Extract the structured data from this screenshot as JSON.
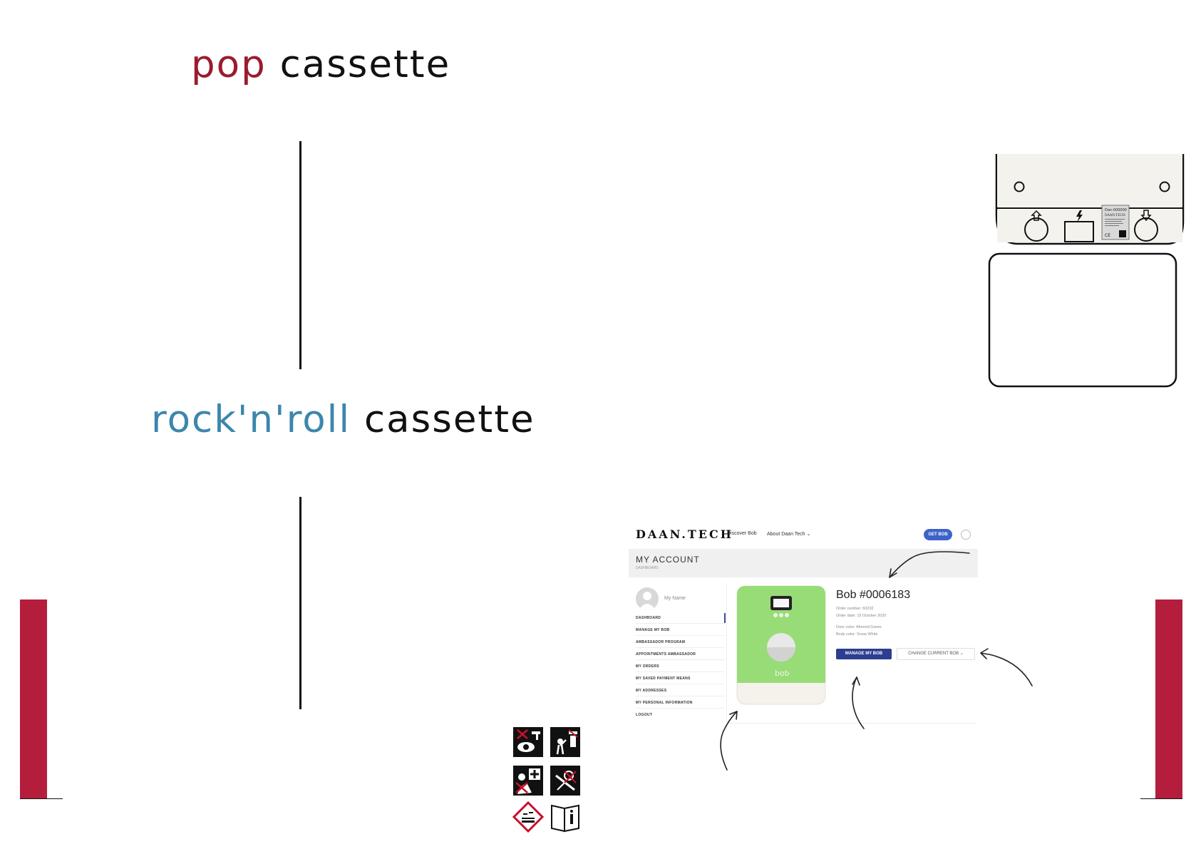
{
  "headings": {
    "pop_word": "pop",
    "pop_suffix": "cassette",
    "rock_word": "rock'n'roll",
    "rock_suffix": "cassette"
  },
  "colors": {
    "pop_accent": "#9b1b2e",
    "rock_accent": "#3d86ad",
    "side_bar": "#b41e3c",
    "text": "#111111"
  },
  "device_label": {
    "brand": "DAAN.TECH",
    "icons": [
      "upload-arrow-icon",
      "lightning-icon",
      "download-arrow-icon",
      "ce-mark-icon",
      "qr-code-icon"
    ]
  },
  "screenshot": {
    "logo": "DAAN.TECH",
    "nav": [
      "Discover Bob",
      "About Daan Tech"
    ],
    "get_bob": "GET BOB",
    "header_title": "MY ACCOUNT",
    "header_sub": "DASHBOARD",
    "user_name": "My Name",
    "sidebar": [
      "DASHBOARD",
      "MANAGE MY BOB",
      "AMBASSADOR PROGRAM",
      "APPOINTMENTS AMBASSADOR",
      "MY ORDERS",
      "MY SAVED PAYMENT MEANS",
      "MY ADDRESSES",
      "MY PERSONAL INFORMATION",
      "LOGOUT"
    ],
    "bob_title": "Bob #0006183",
    "order_number": "Order number: 60232",
    "order_date": "Order date: 15 October 2020",
    "door_color": "Door color: Almond Green",
    "body_color": "Body color: Snow White",
    "manage_button": "MANAGE MY BOB",
    "change_button": "CHANGE CURRENT BOB",
    "product_label": "bob"
  },
  "safety_icons": [
    "eye-rinse-icon",
    "keep-away-children-icon",
    "first-aid-icon",
    "do-not-ingest-icon",
    "corrosive-hazard-icon",
    "read-manual-icon"
  ]
}
